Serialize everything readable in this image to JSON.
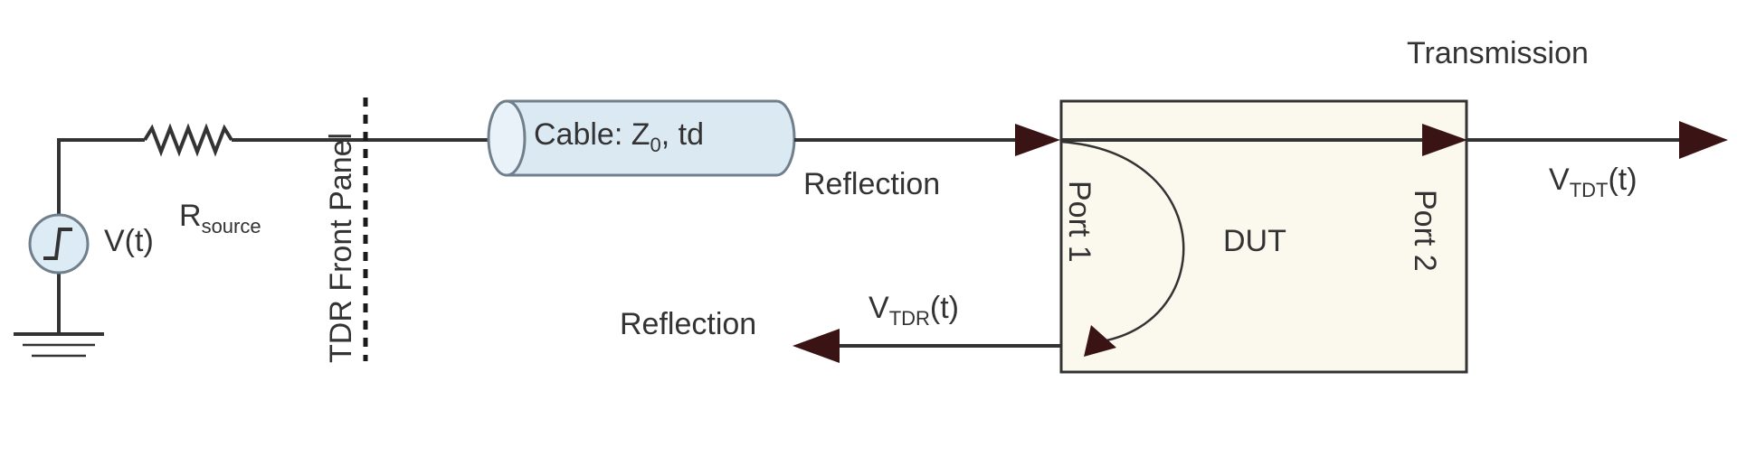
{
  "labels": {
    "source_voltage": "V(t)",
    "resistor_main": "R",
    "resistor_sub": "source",
    "front_panel": "TDR Front Panel",
    "cable_prefix": "Cable: Z",
    "cable_sub": "0",
    "cable_suffix": ", td",
    "reflection_top": "Reflection",
    "reflection_bottom": "Reflection",
    "transmission": "Transmission",
    "dut": "DUT",
    "port1": "Port 1",
    "port2": "Port 2",
    "vtdr_main": "V",
    "vtdr_sub": "TDR",
    "vtdr_tail": "(t)",
    "vtdt_main": "V",
    "vtdt_sub": "TDT",
    "vtdt_tail": "(t)"
  },
  "colors": {
    "wire": "#333333",
    "arrow": "#3a1414",
    "cable_fill": "#dbe9f3",
    "cable_stroke": "#6f7f8c",
    "dut_fill": "#fbf8ee",
    "source_fill": "#dcebf4"
  }
}
